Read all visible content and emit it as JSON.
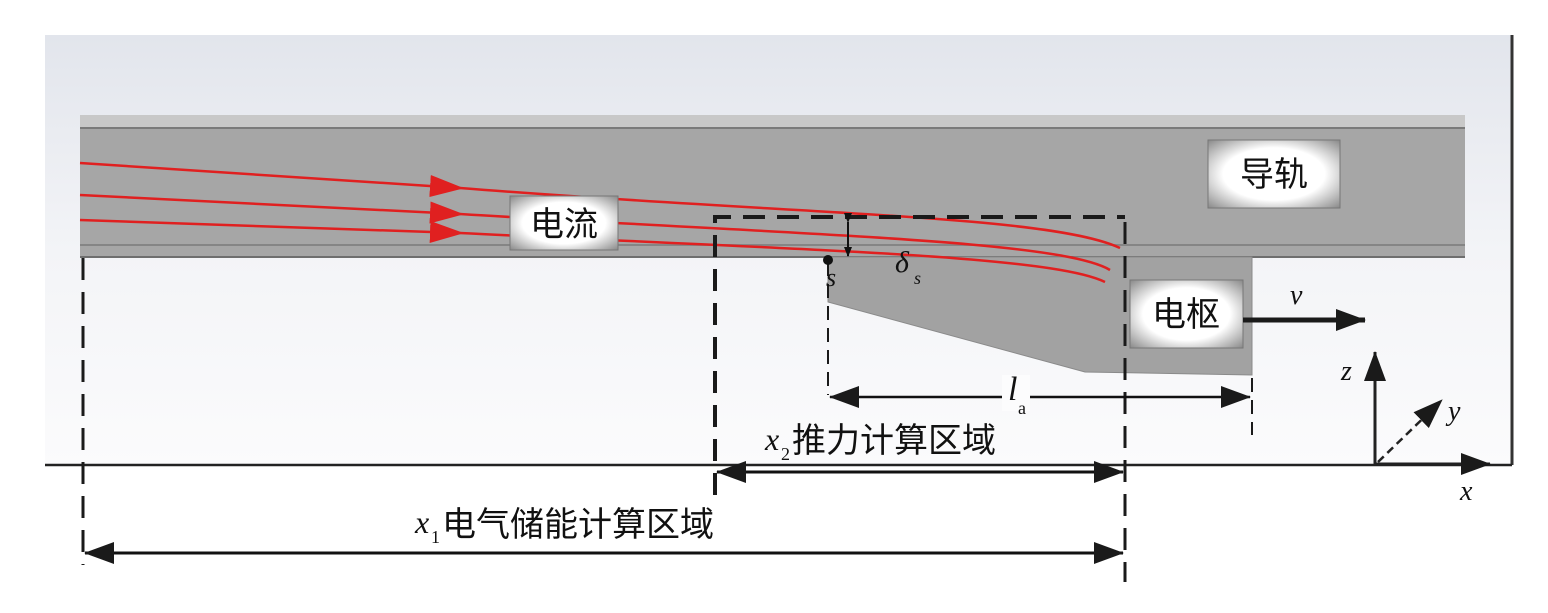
{
  "labels": {
    "current": "电流",
    "rail": "导轨",
    "armature": "电枢",
    "velocity": "v",
    "point_s": "s",
    "delta": "δ",
    "delta_sub": "s",
    "length": "l",
    "length_sub": "a",
    "x2_var": "x",
    "x2_sub": "2",
    "x2_region": "推力计算区域",
    "x1_var": "x",
    "x1_sub": "1",
    "x1_region": "电气储能计算区域",
    "axis_x": "x",
    "axis_y": "y",
    "axis_z": "z"
  },
  "colors": {
    "rail": "#a4a4a4",
    "current_lines": "#e02020",
    "background": "#eef0f4"
  }
}
